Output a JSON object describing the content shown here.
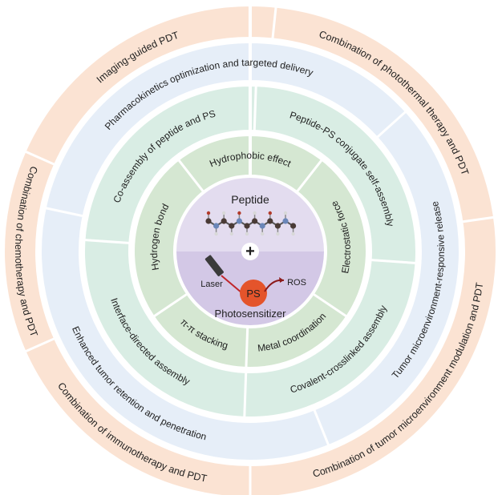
{
  "outer_ring": {
    "fill": "#fbe3d3",
    "labels": [
      "Imaging-guided PDT",
      "Combination of photothermal therapy and PDT",
      "Combination of tumor microenvironment modulation and PDT",
      "Combination of immunotherapy and PDT",
      "Combination of chemotherapy and PDT"
    ]
  },
  "delivery_ring": {
    "fill": "#e6eef8",
    "labels": [
      "Pharmacokinetics optimization and targeted delivery",
      "Tumor microenvironment-responsive release",
      "Enhanced tumor retention and penetration"
    ]
  },
  "assembly_ring": {
    "fill": "#d9ede4",
    "labels": [
      "Co-assembly of peptide and PS",
      "Peptide-PS conjugate self-assembly",
      "Covalent-crosslinked assembly",
      "Interface-directed assembly"
    ]
  },
  "force_ring": {
    "fill": "#d5e7d2",
    "labels": [
      "Hydrophobic effect",
      "Electrostatic force",
      "Metal coordination",
      "π-π stacking",
      "Hydrogen bond"
    ]
  },
  "core": {
    "top_fill": "#e3dcef",
    "bottom_fill": "#d3c8e6",
    "peptide_label": "Peptide",
    "plus_symbol": "+",
    "laser_label": "Laser",
    "ps_label": "PS",
    "ros_label": "ROS",
    "photosensitizer_label": "Photosensitizer",
    "laser_color": "#c0262b",
    "ps_color": "#e4542b",
    "ros_arrow_color": "#8b1a1a"
  }
}
